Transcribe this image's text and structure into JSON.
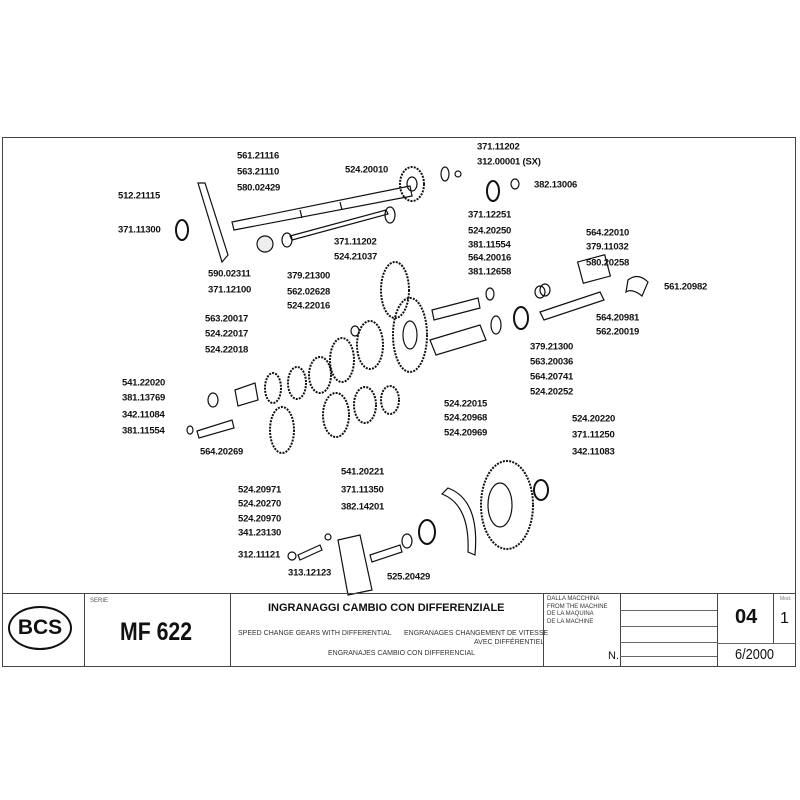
{
  "diagram": {
    "labels": [
      "561.21116",
      "563.21110",
      "580.02429",
      "512.21115",
      "371.11300",
      "524.20010",
      "371.11202",
      "312.00001 (SX)",
      "382.13006",
      "371.12251",
      "371.11202",
      "524.21037",
      "590.02311",
      "371.12100",
      "524.20250",
      "381.11554",
      "564.20016",
      "381.12658",
      "564.22010",
      "379.11032",
      "580.20258",
      "561.20982",
      "564.20981",
      "562.20019",
      "379.21300",
      "562.02628",
      "524.22016",
      "563.20017",
      "524.22017",
      "524.22018",
      "379.21300",
      "563.20036",
      "564.20741",
      "524.20252",
      "541.22020",
      "381.13769",
      "342.11084",
      "381.11554",
      "564.20269",
      "524.22015",
      "524.20968",
      "524.20969",
      "524.20220",
      "371.11250",
      "342.11083",
      "541.20221",
      "371.11350",
      "382.14201",
      "524.20971",
      "524.20270",
      "524.20970",
      "341.23130",
      "312.11121",
      "313.12123",
      "525.20429"
    ]
  },
  "title_block": {
    "logo": "BCS",
    "serie_label": "SERIE",
    "model": "MF 622",
    "title_it": "INGRANAGGI CAMBIO CON DIFFERENZIALE",
    "title_en": "SPEED CHANGE GEARS WITH DIFFERENTIAL",
    "title_fr_1": "ENGRANAGES CHANGEMENT DE VITESSE",
    "title_fr_2": "AVEC DIFFÉRENTIEL",
    "title_es": "ENGRANAJES CAMBIO CON DIFFERENCIAL",
    "from_machine": [
      "DALLA MACCHINA",
      "FROM THE MACHINE",
      "DE LA MAQUINA",
      "DE LA MACHINE"
    ],
    "n_label": "N.",
    "table_number": "04",
    "mod_label": "Mod.",
    "mod_value": "1",
    "date": "6/2000"
  }
}
